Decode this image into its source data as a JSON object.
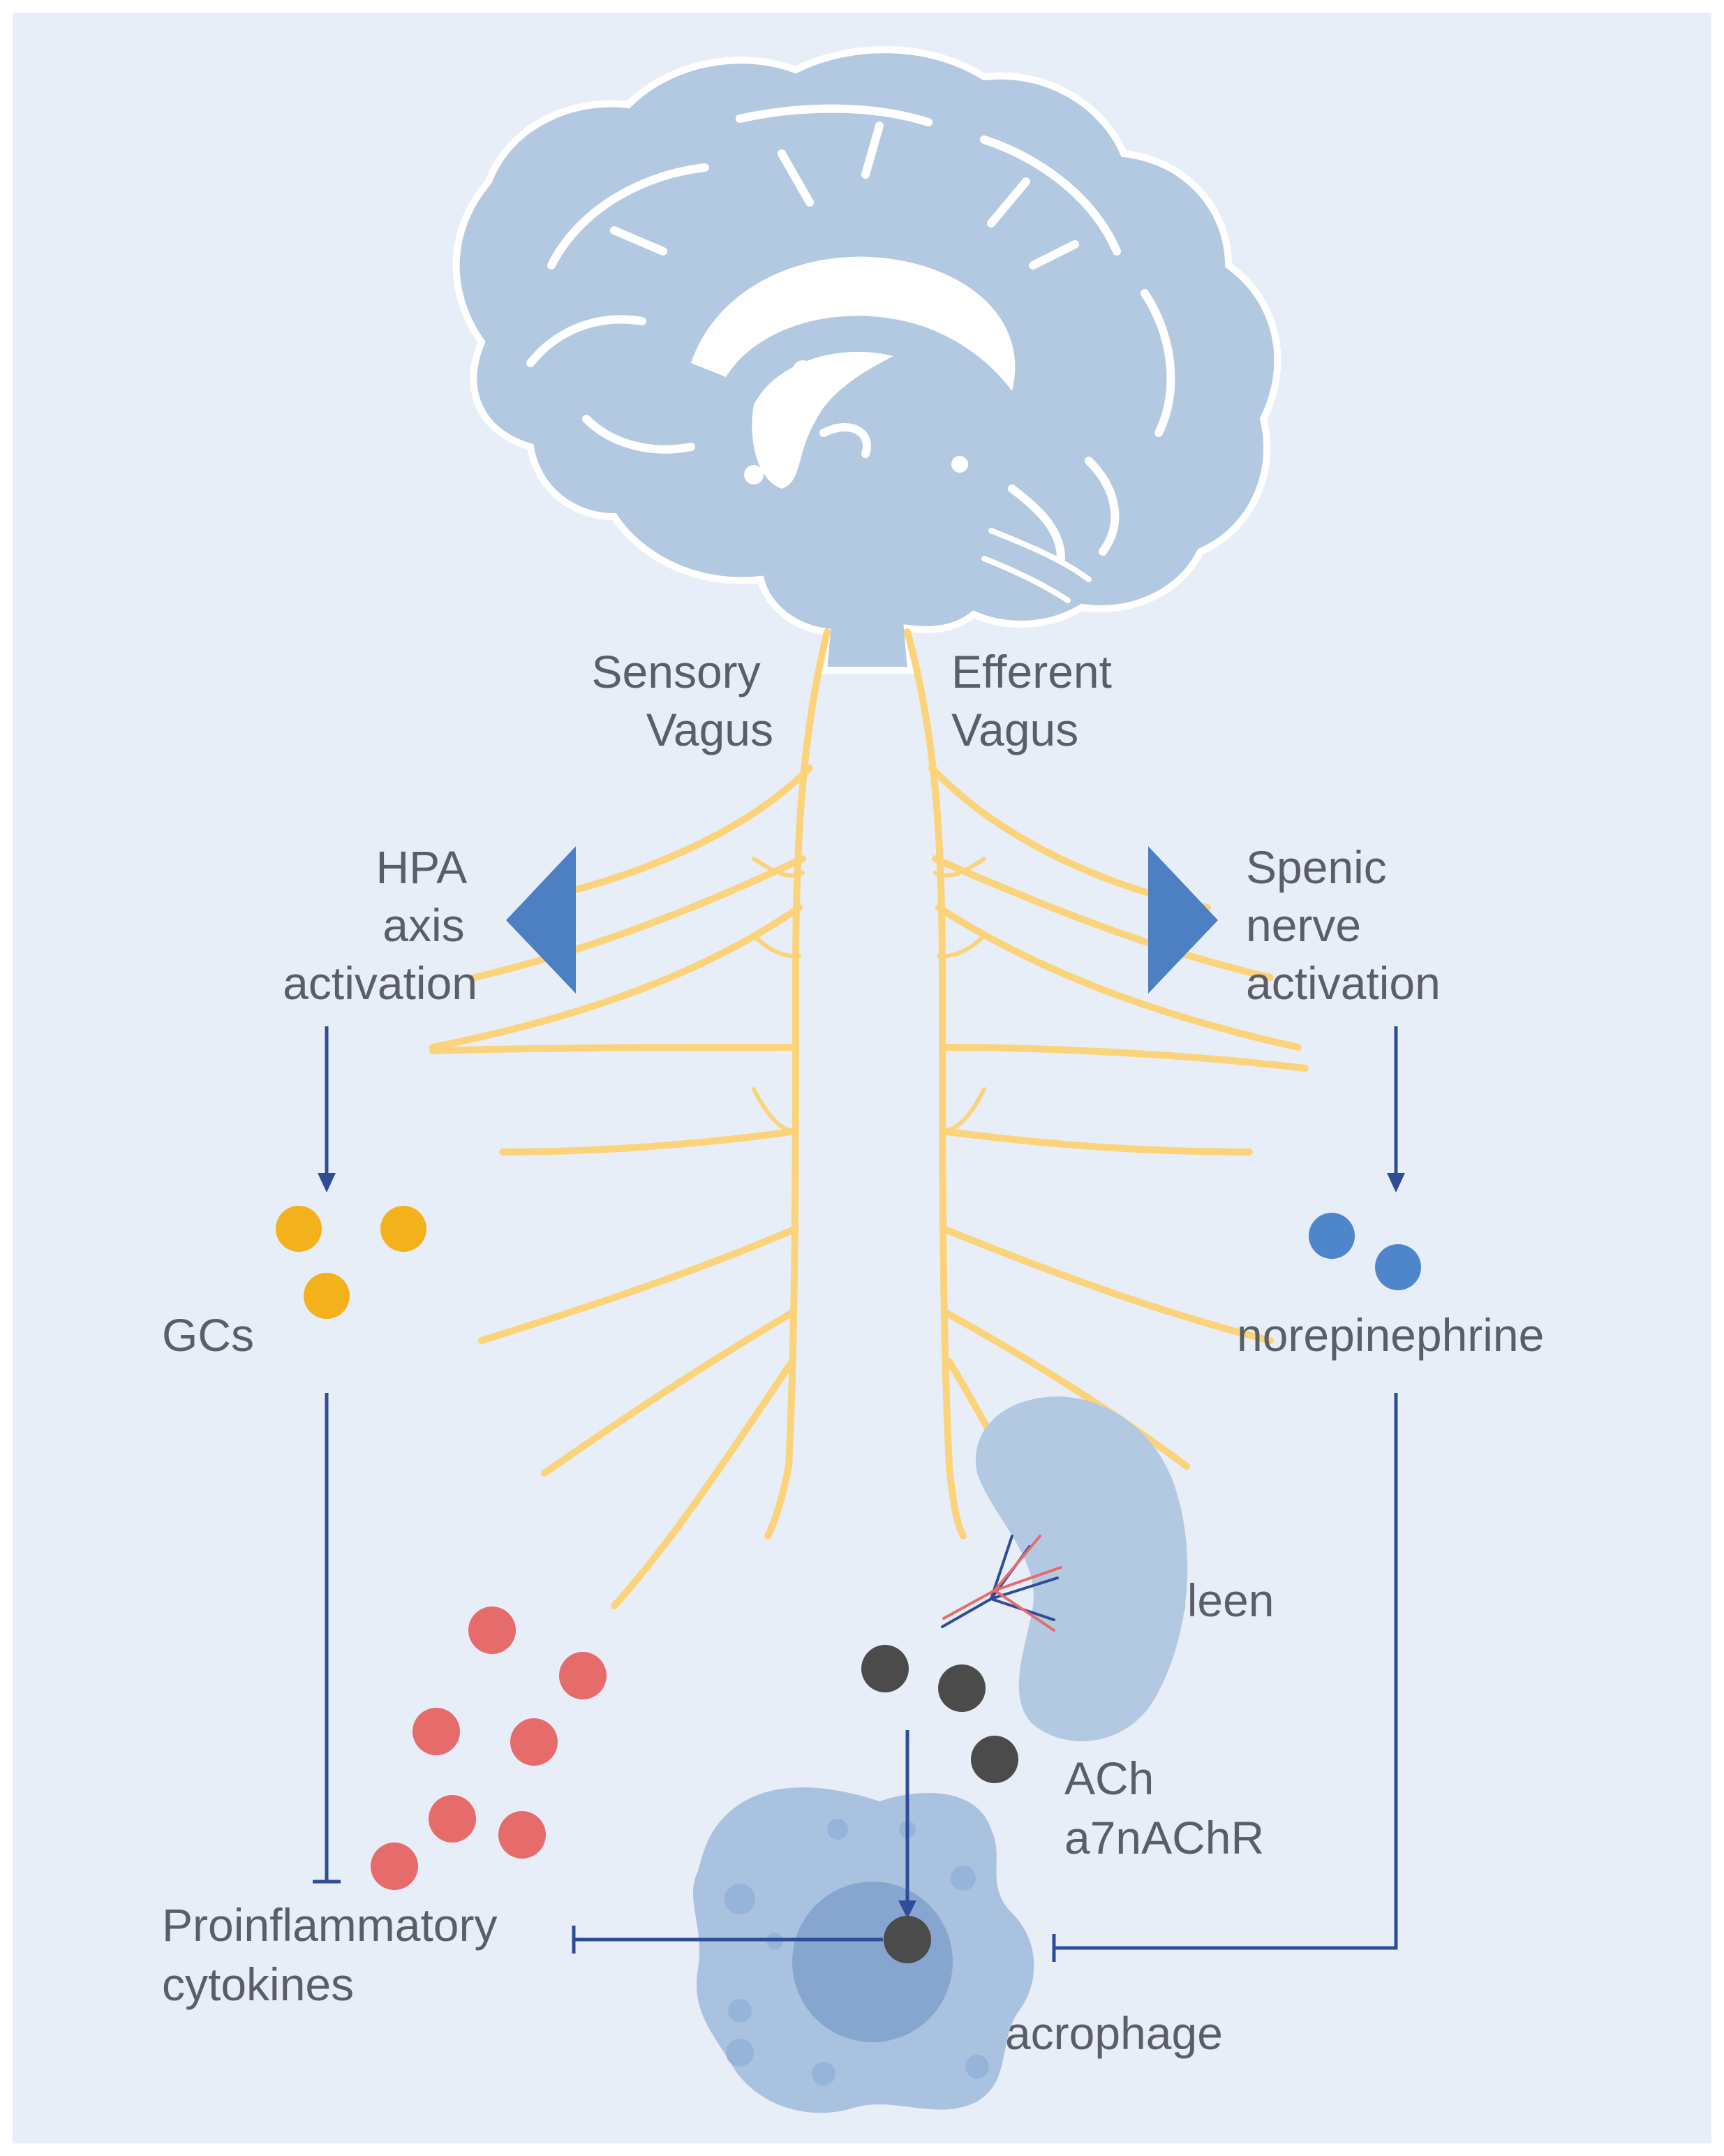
{
  "labels": {
    "sensory": [
      "Sensory",
      "Vagus"
    ],
    "efferent": [
      "Efferent",
      "Vagus"
    ],
    "hpa": [
      "HPA",
      "axis",
      "activation"
    ],
    "splenic": [
      "Spenic",
      "nerve",
      "activation"
    ],
    "gcs": "GCs",
    "norepinephrine": "norepinephrine",
    "spleen": "Spleen",
    "ach": [
      "ACh",
      "a7nAChR"
    ],
    "cytokines": [
      "Proinflammatory",
      "cytokines"
    ],
    "macrophage": "Macrophage"
  },
  "colors": {
    "background": "#e8eef8",
    "brain": "#b3c8e1",
    "nerve": "#fbd37b",
    "arrow_blue": "#2f4d97",
    "triangle_blue": "#4d7fc3",
    "gc_yellow": "#f3b21c",
    "ne_blue": "#4f86cb",
    "cytokine_red": "#e66b6b",
    "ach_gray": "#4b4b4b",
    "macrophage": "#a9c2e0",
    "text": "#5b5e66"
  },
  "icons": {
    "brain": "brain-icon",
    "spleen": "spleen-icon",
    "macrophage": "macrophage-cell-icon",
    "receptor": "receptor-icon"
  }
}
